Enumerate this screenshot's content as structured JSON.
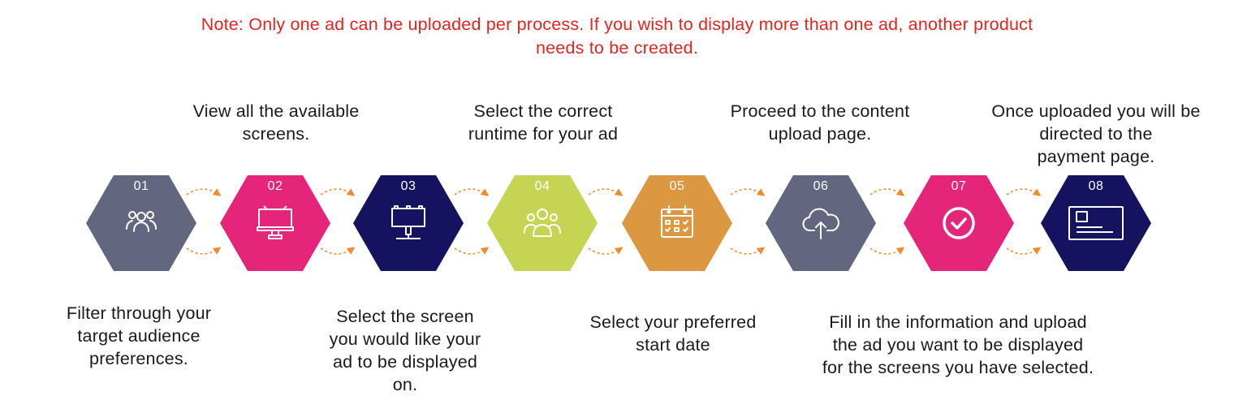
{
  "note": {
    "line1": "Note: Only one ad can be uploaded per process. If you wish to display more than one ad, another product",
    "line2": "needs to be created."
  },
  "colors": {
    "note": "#e52421",
    "arrows": "#f08c2e",
    "text": "#1a1a1a"
  },
  "steps": [
    {
      "number": "01",
      "color": "#63667f",
      "icon": "group-icon",
      "lines": [
        "Filter through your",
        "target audience",
        "preferences."
      ]
    },
    {
      "number": "02",
      "color": "#e4257a",
      "icon": "billboard-icon",
      "lines": [
        "View all the available",
        "screens."
      ]
    },
    {
      "number": "03",
      "color": "#15125f",
      "icon": "billboard-stand-icon",
      "lines": [
        "Select the screen",
        "you would like your",
        "ad to be displayed",
        "on."
      ]
    },
    {
      "number": "04",
      "color": "#c6d454",
      "icon": "people-icon",
      "lines": [
        "Select the correct",
        "runtime for your ad"
      ]
    },
    {
      "number": "05",
      "color": "#dc9741",
      "icon": "calendar-icon",
      "lines": [
        "Select your preferred",
        "start date"
      ]
    },
    {
      "number": "06",
      "color": "#63667f",
      "icon": "cloud-upload-icon",
      "lines": [
        "Proceed to the content",
        "upload page."
      ]
    },
    {
      "number": "07",
      "color": "#e4257a",
      "icon": "check-circle-icon",
      "lines": [
        "Fill in the information and upload",
        "the ad you want to be displayed",
        "for the screens you have selected."
      ]
    },
    {
      "number": "08",
      "color": "#15125f",
      "icon": "card-icon",
      "lines": [
        "Once uploaded you will be",
        "directed to the",
        "payment page."
      ]
    }
  ]
}
